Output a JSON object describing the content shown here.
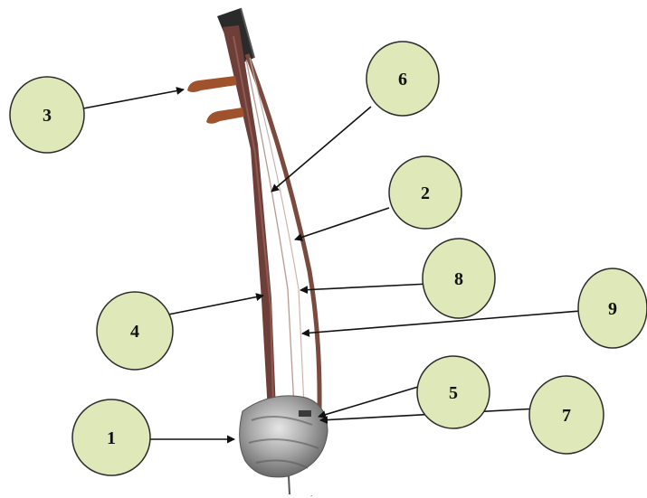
{
  "colors": {
    "callout_fill": "#dfe8b8",
    "callout_stroke": "#2b2b2b",
    "arrow": "#111111",
    "neck": "#6e3e38",
    "peg": "#a0522d",
    "head": "#2a2a2a",
    "resonator": "#a9a9a9"
  },
  "figure": {
    "subject": "two-string bowed fiddle with gourd resonator"
  },
  "callouts": [
    {
      "number": "1"
    },
    {
      "number": "2"
    },
    {
      "number": "3"
    },
    {
      "number": "4"
    },
    {
      "number": "5"
    },
    {
      "number": "6"
    },
    {
      "number": "7"
    },
    {
      "number": "8"
    },
    {
      "number": "9"
    }
  ]
}
